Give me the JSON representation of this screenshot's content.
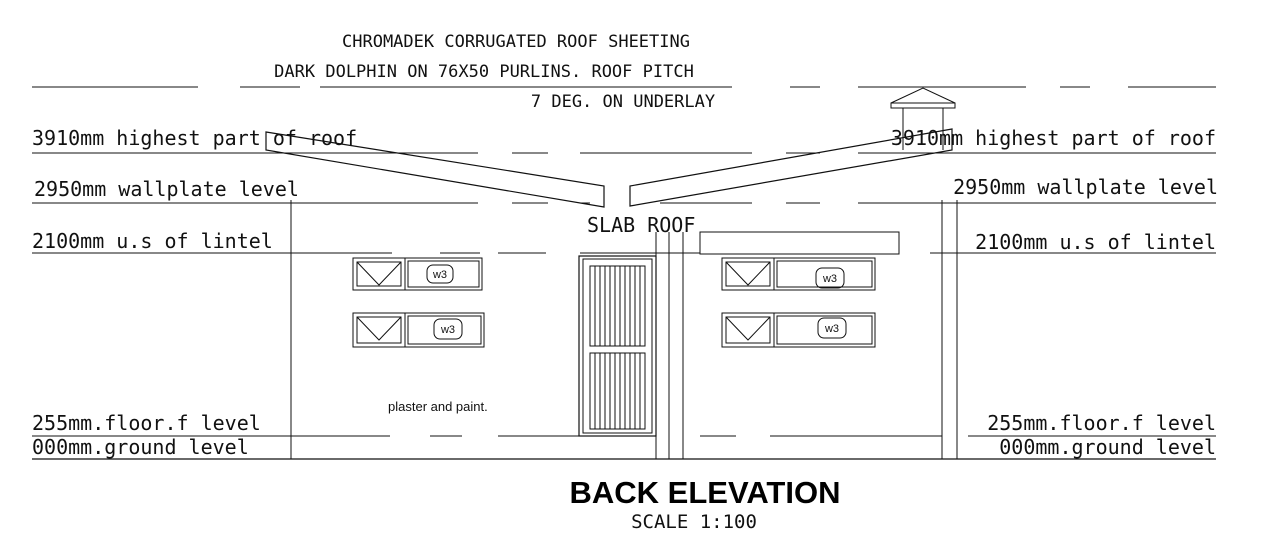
{
  "roof_note": {
    "line1": "CHROMADEK CORRUGATED ROOF SHEETING",
    "line2": "DARK DOLPHIN ON 76X50 PURLINS. ROOF PITCH",
    "line3": "7 DEG. ON UNDERLAY"
  },
  "levels": {
    "highest_roof": "3910mm highest part of roof",
    "wallplate": "2950mm wallplate level",
    "lintel": "2100mm u.s of lintel",
    "floor": "255mm.floor.f level",
    "ground": "000mm.ground level"
  },
  "labels": {
    "slab_roof": "SLAB ROOF",
    "finish": "plaster and paint.",
    "window_tag": "w3"
  },
  "title": {
    "main": "BACK ELEVATION",
    "scale": "SCALE 1:100"
  },
  "colors": {
    "line": "#111111",
    "background": "#ffffff"
  }
}
